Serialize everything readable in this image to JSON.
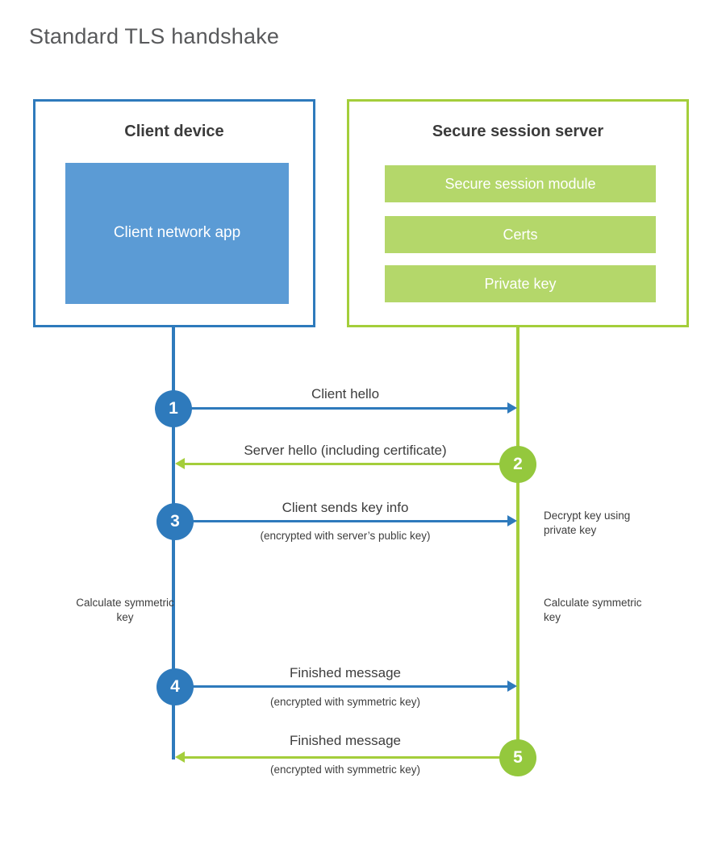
{
  "title": "Standard TLS handshake",
  "colors": {
    "blue": "#2e7abc",
    "blue_fill": "#5b9bd5",
    "green": "#a4ce3b",
    "green_fill": "#b4d76a",
    "green_circle": "#94c83d"
  },
  "client": {
    "title": "Client device",
    "app": "Client network app"
  },
  "server": {
    "title": "Secure session server",
    "modules": [
      "Secure session module",
      "Certs",
      "Private key"
    ]
  },
  "steps": [
    {
      "num": "1",
      "label": "Client hello",
      "sub": "",
      "direction": "client-to-server"
    },
    {
      "num": "2",
      "label": "Server hello (including certificate)",
      "sub": "",
      "direction": "server-to-client"
    },
    {
      "num": "3",
      "label": "Client sends key info",
      "sub": "(encrypted with server’s public key)",
      "direction": "client-to-server"
    },
    {
      "num": "4",
      "label": "Finished message",
      "sub": "(encrypted with symmetric key)",
      "direction": "client-to-server"
    },
    {
      "num": "5",
      "label": "Finished message",
      "sub": "(encrypted with symmetric key)",
      "direction": "server-to-client"
    }
  ],
  "notes": {
    "decrypt": "Decrypt key using private key",
    "calc_left": "Calculate symmetric key",
    "calc_right": "Calculate symmetric key"
  }
}
